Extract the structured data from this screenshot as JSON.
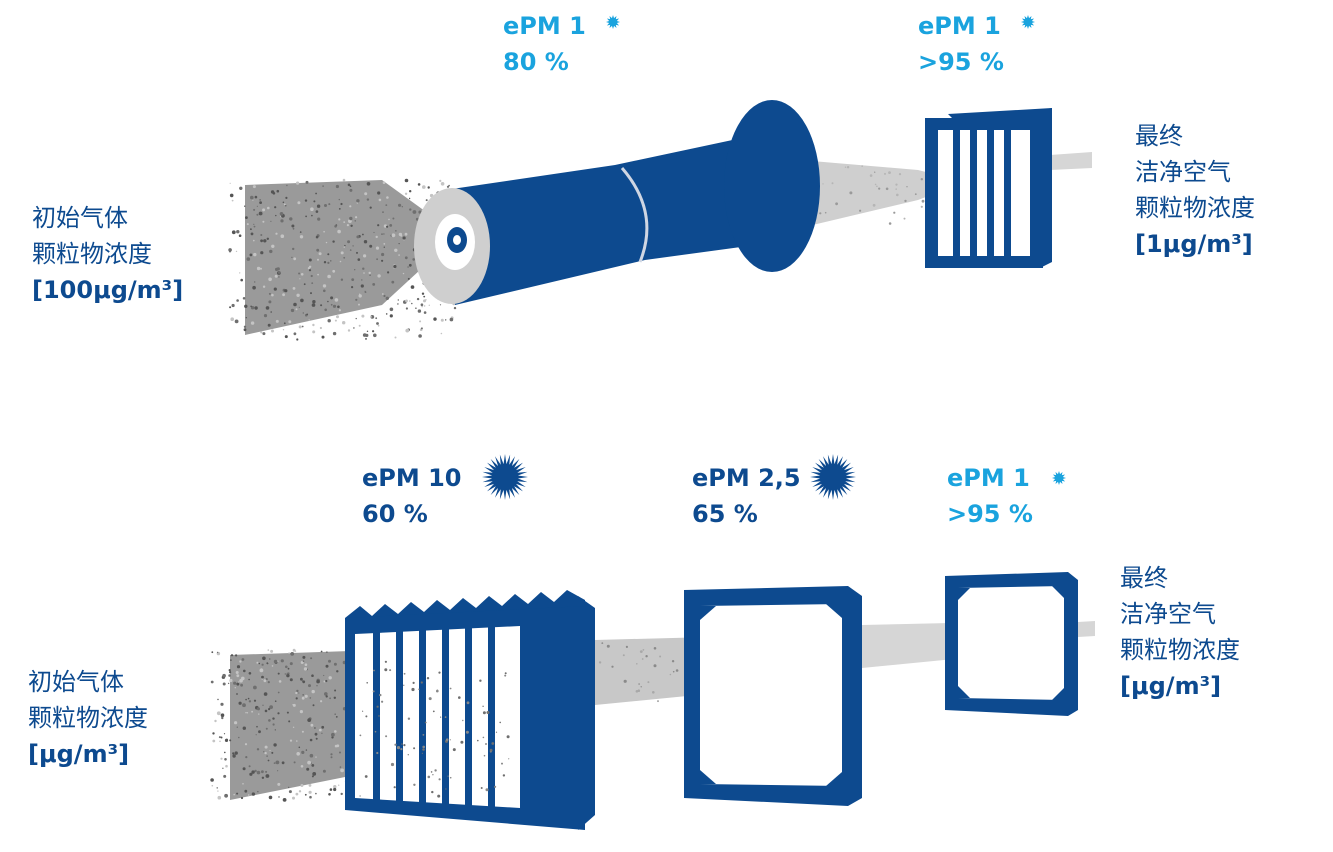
{
  "colors": {
    "navy": "#0d4a8f",
    "cyan": "#1aa3de",
    "gray_dust": "#9a9a9a",
    "gray_light": "#cfcfcf"
  },
  "top_diagram": {
    "inlet_label": [
      "初始气体",
      "颗粒物浓度",
      "[100μg/m³]"
    ],
    "stage1": {
      "class": "ePM 1",
      "efficiency": "80 %",
      "icon": "small-particle-icon"
    },
    "stage2": {
      "class": "ePM 1",
      "efficiency": ">95 %",
      "icon": "small-particle-icon"
    },
    "outlet_label": [
      "最终",
      "洁净空气",
      "颗粒物浓度",
      "[1μg/m³]"
    ]
  },
  "bottom_diagram": {
    "inlet_label": [
      "初始气体",
      "颗粒物浓度",
      "[μg/m³]"
    ],
    "stage1": {
      "class": "ePM 10",
      "efficiency": "60 %",
      "icon": "large-particle-icon"
    },
    "stage2": {
      "class": "ePM 2,5",
      "efficiency": "65 %",
      "icon": "large-particle-icon"
    },
    "stage3": {
      "class": "ePM 1",
      "efficiency": ">95 %",
      "icon": "small-particle-icon"
    },
    "outlet_label": [
      "最终",
      "洁净空气",
      "颗粒物浓度",
      "[μg/m³]"
    ]
  }
}
